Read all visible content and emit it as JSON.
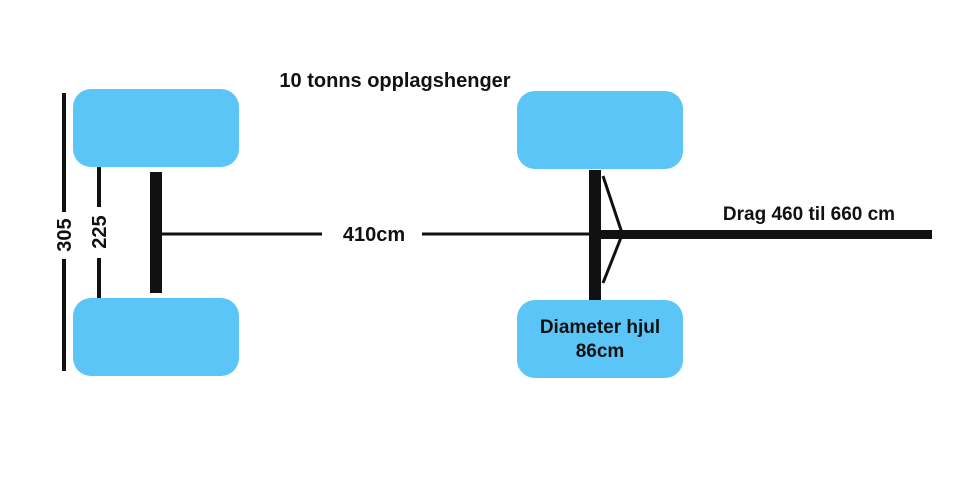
{
  "diagram": {
    "title": "10 tonns opplagshenger",
    "colors": {
      "wheel": "#5cc5f7",
      "line": "#111111",
      "background": "#ffffff"
    },
    "dimensions": {
      "outer_width": "305",
      "inner_width": "225",
      "wheelbase": "410cm",
      "drawbar": "Drag 460 til 660 cm"
    },
    "wheel_label": {
      "line1": "Diameter hjul",
      "line2": "86cm"
    }
  }
}
